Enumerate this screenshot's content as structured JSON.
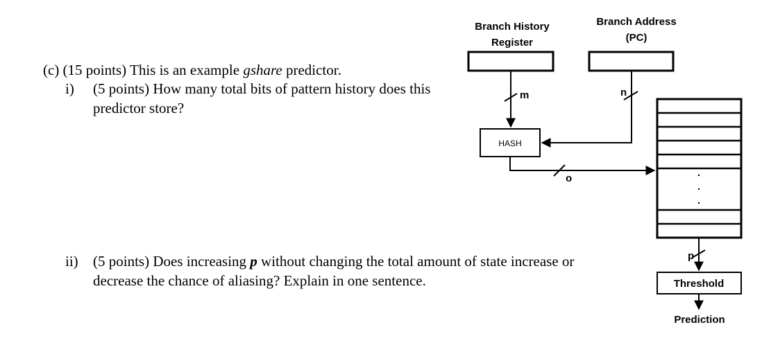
{
  "question_c": {
    "prefix": "(c) (15 points) This is an example ",
    "term": "gshare",
    "suffix": " predictor."
  },
  "question_i": {
    "num": "i)",
    "line1": "(5 points) How many total bits of pattern history does this",
    "line2": "predictor store?"
  },
  "question_ii": {
    "num": "ii)",
    "line1_a": "(5 points) Does increasing ",
    "line1_var": "p",
    "line1_b": " without changing the total amount of state increase or",
    "line2": "decrease the chance of aliasing? Explain in one sentence."
  },
  "diagram": {
    "bhr_label_1": "Branch History",
    "bhr_label_2": "Register",
    "pc_label_1": "Branch Address",
    "pc_label_2": "(PC)",
    "m_label": "m",
    "n_label": "n",
    "o_label": "o",
    "p_label": "p",
    "hash_label": "HASH",
    "table_dots": ".",
    "threshold_label": "Threshold",
    "prediction_label": "Prediction"
  }
}
